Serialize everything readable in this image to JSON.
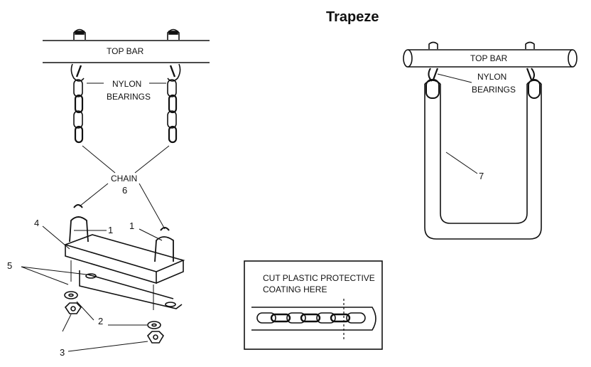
{
  "title": "Trapeze",
  "swing": {
    "top_bar_label": "TOP BAR",
    "nylon_label_1": "NYLON",
    "nylon_label_2": "BEARINGS",
    "chain_label": "CHAIN",
    "chain_callout": "6",
    "callouts": [
      "1",
      "1",
      "2",
      "3",
      "4",
      "5"
    ]
  },
  "trapeze": {
    "top_bar_label": "TOP BAR",
    "nylon_label_1": "NYLON",
    "nylon_label_2": "BEARINGS",
    "callout": "7"
  },
  "inset": {
    "line1": "CUT PLASTIC PROTECTIVE",
    "line2": "COATING HERE"
  }
}
